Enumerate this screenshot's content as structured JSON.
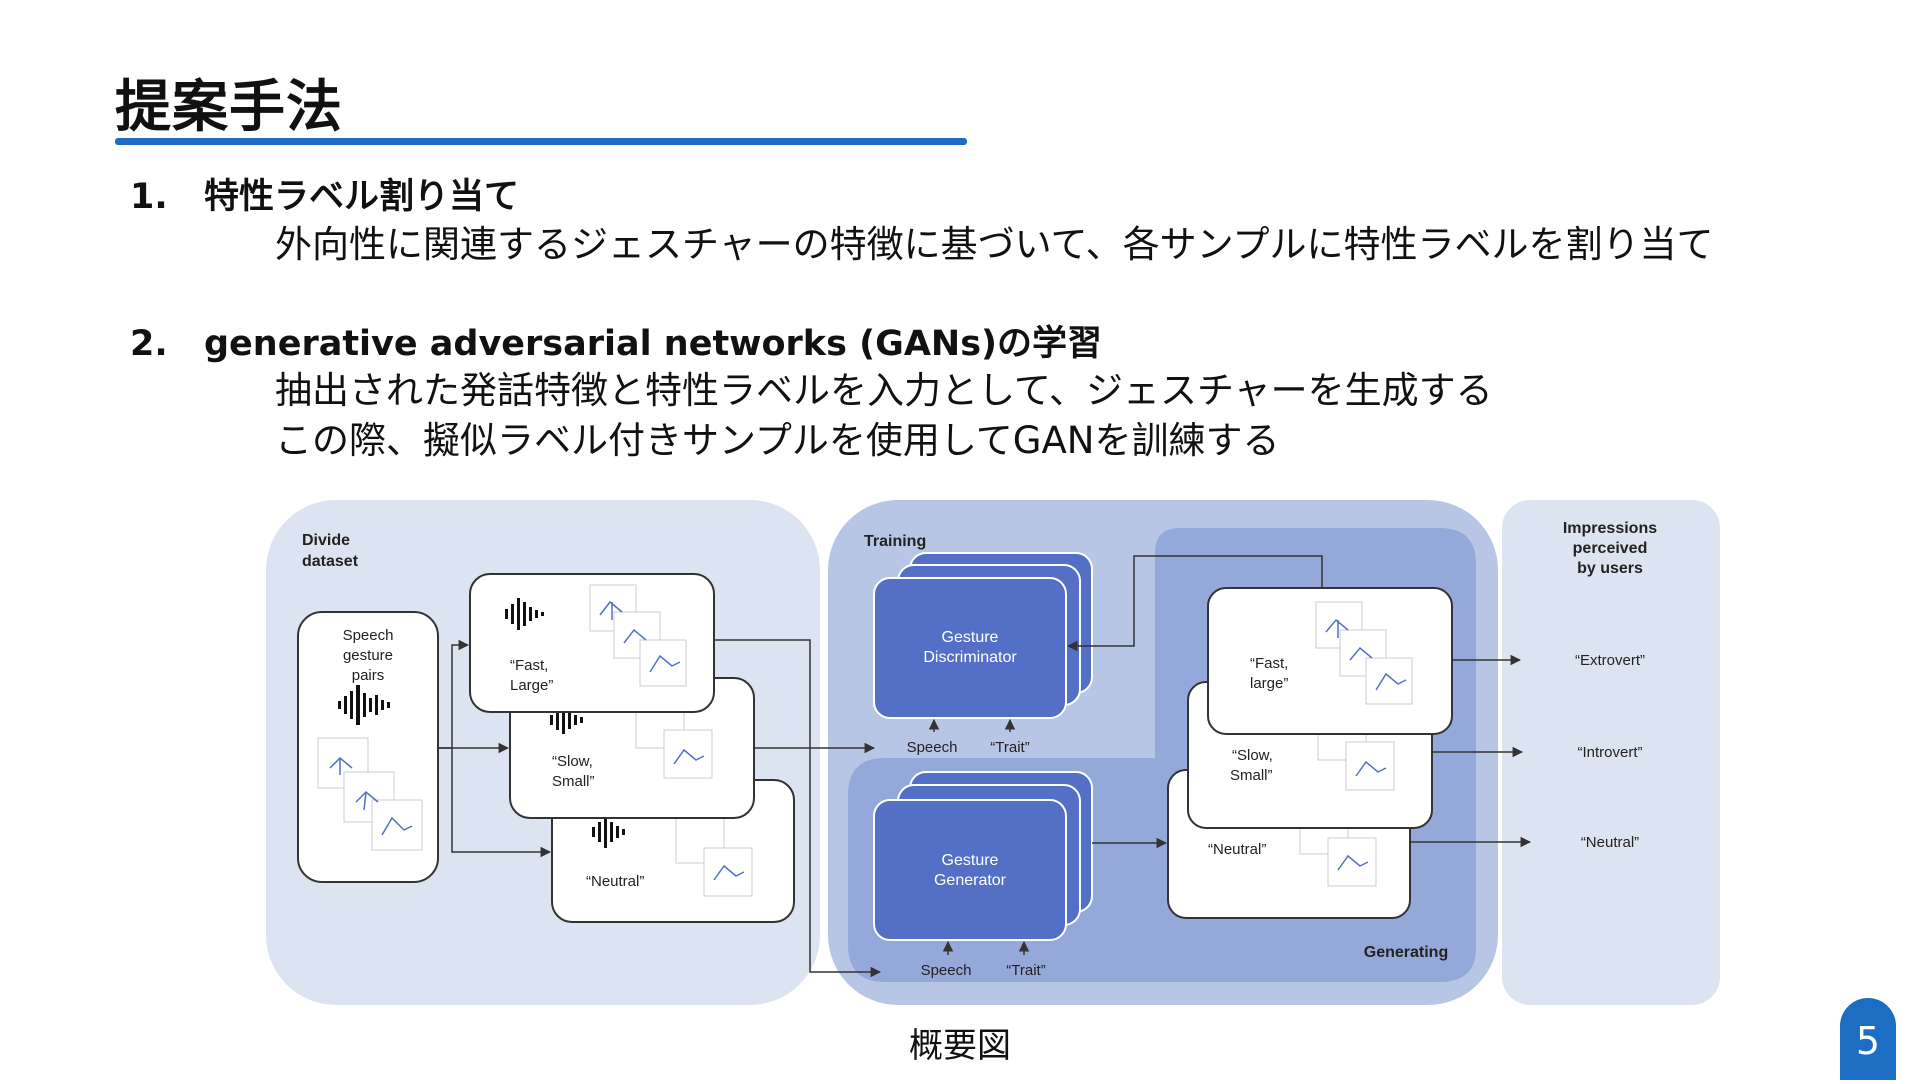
{
  "slide": {
    "title": "提案手法",
    "page_number": "5",
    "caption": "概要図"
  },
  "steps": [
    {
      "number": "1.",
      "heading": "特性ラベル割り当て",
      "lines": [
        "外向性に関連するジェスチャーの特徴に基づいて、各サンプルに特性ラベルを割り当て"
      ]
    },
    {
      "number": "2.",
      "heading": "generative adversarial networks (GANs)の学習",
      "lines": [
        "抽出された発話特徴と特性ラベルを入力として、ジェスチャーを生成する",
        "この際、擬似ラベル付きサンプルを使用してGANを訓練する"
      ]
    }
  ],
  "diagram": {
    "colors": {
      "light_panel": "#dde4f1",
      "mid_panel": "#b8c6e6",
      "dark_panel": "#94a9da",
      "block": "#5470c6",
      "line": "#333333"
    },
    "divide": {
      "label_1": "Divide",
      "label_2": "dataset",
      "pairs_1": "Speech",
      "pairs_2": "gesture",
      "pairs_3": "pairs",
      "groups": [
        {
          "l1": "“Fast,",
          "l2": "Large”"
        },
        {
          "l1": "“Slow,",
          "l2": "Small”"
        },
        {
          "l1": "“Neutral”",
          "l2": ""
        }
      ]
    },
    "training": {
      "label": "Training",
      "discriminator_1": "Gesture",
      "discriminator_2": "Discriminator",
      "generator_1": "Gesture",
      "generator_2": "Generator",
      "input_speech": "Speech",
      "input_trait": "“Trait”"
    },
    "generating": {
      "label": "Generating",
      "outputs": [
        {
          "l1": "“Fast,",
          "l2": "large”"
        },
        {
          "l1": "“Slow,",
          "l2": "Small”"
        },
        {
          "l1": "“Neutral”",
          "l2": ""
        }
      ]
    },
    "impressions": {
      "label_1": "Impressions",
      "label_2": "perceived",
      "label_3": "by users",
      "items": [
        "“Extrovert”",
        "“Introvert”",
        "“Neutral”"
      ]
    }
  }
}
